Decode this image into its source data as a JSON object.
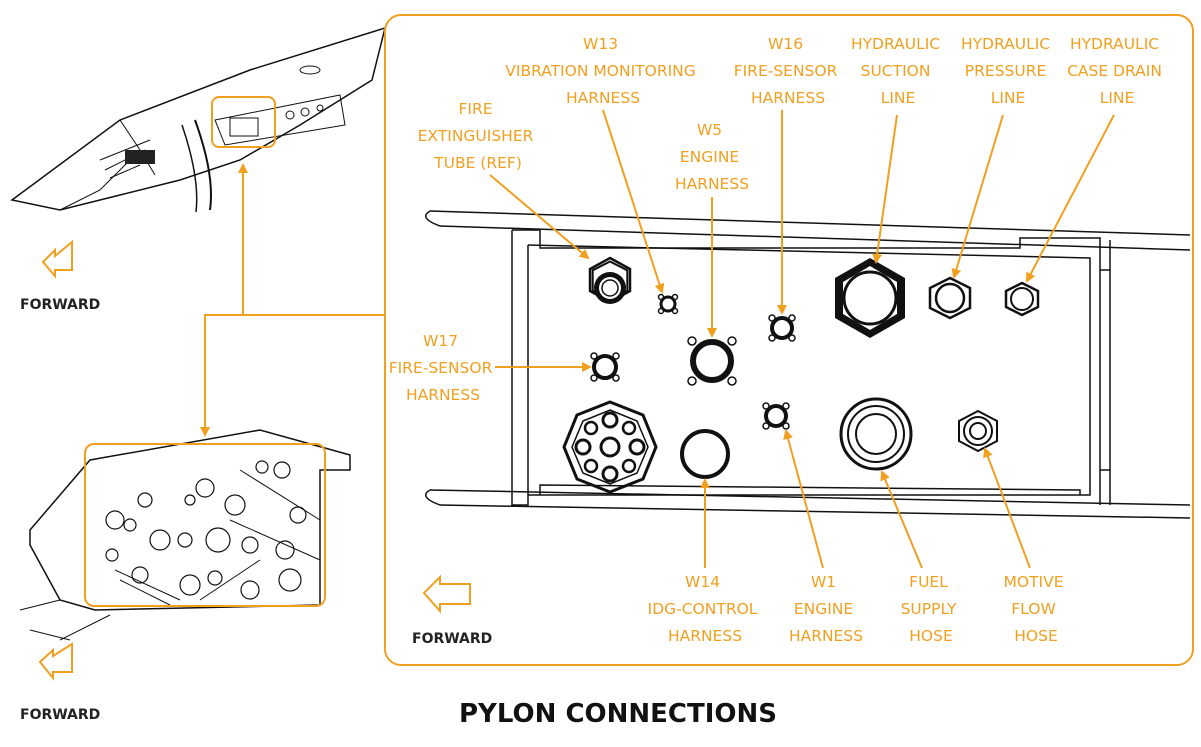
{
  "title": "PYLON CONNECTIONS",
  "forward_label": "FORWARD",
  "colors": {
    "accent": "#f0a020",
    "ink": "#111111"
  },
  "labels": {
    "fire_ext": [
      "FIRE",
      "EXTINGUISHER",
      "TUBE (REF)"
    ],
    "w13": [
      "W13",
      "VIBRATION MONITORING",
      "HARNESS"
    ],
    "w5": [
      "W5",
      "ENGINE",
      "HARNESS"
    ],
    "w16": [
      "W16",
      "FIRE-SENSOR",
      "HARNESS"
    ],
    "hyd_suction": [
      "HYDRAULIC",
      "SUCTION",
      "LINE"
    ],
    "hyd_pressure": [
      "HYDRAULIC",
      "PRESSURE",
      "LINE"
    ],
    "hyd_case": [
      "HYDRAULIC",
      "CASE DRAIN",
      "LINE"
    ],
    "w17": [
      "W17",
      "FIRE-SENSOR",
      "HARNESS"
    ],
    "w14": [
      "W14",
      "IDG-CONTROL",
      "HARNESS"
    ],
    "w1": [
      "W1",
      "ENGINE",
      "HARNESS"
    ],
    "fuel": [
      "FUEL",
      "SUPPLY",
      "HOSE"
    ],
    "motive": [
      "MOTIVE",
      "FLOW",
      "HOSE"
    ]
  }
}
